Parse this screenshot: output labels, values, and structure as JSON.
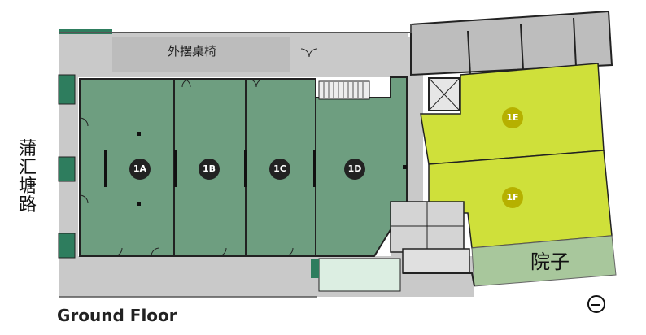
{
  "floor": {
    "title": "Ground Floor"
  },
  "street": {
    "chars": [
      "蒲",
      "汇",
      "塘",
      "路"
    ]
  },
  "areas": {
    "terrace": "外摆桌椅",
    "courtyard": "院子"
  },
  "units": [
    {
      "id": "1A",
      "type": "green"
    },
    {
      "id": "1B",
      "type": "green"
    },
    {
      "id": "1C",
      "type": "green"
    },
    {
      "id": "1D",
      "type": "green"
    },
    {
      "id": "1E",
      "type": "yellow"
    },
    {
      "id": "1F",
      "type": "yellow"
    }
  ],
  "colors": {
    "green_unit": "#6e9e80",
    "yellow_unit": "#cfe03a",
    "courtyard": "#a8c79c",
    "corridor": "#c9c9c9",
    "service": "#bdbdbd",
    "wall": "#222222",
    "entrance": "#dceee2",
    "accent_teal": "#2e7d5e"
  },
  "compass": {
    "icon": "north-arrow-icon"
  }
}
